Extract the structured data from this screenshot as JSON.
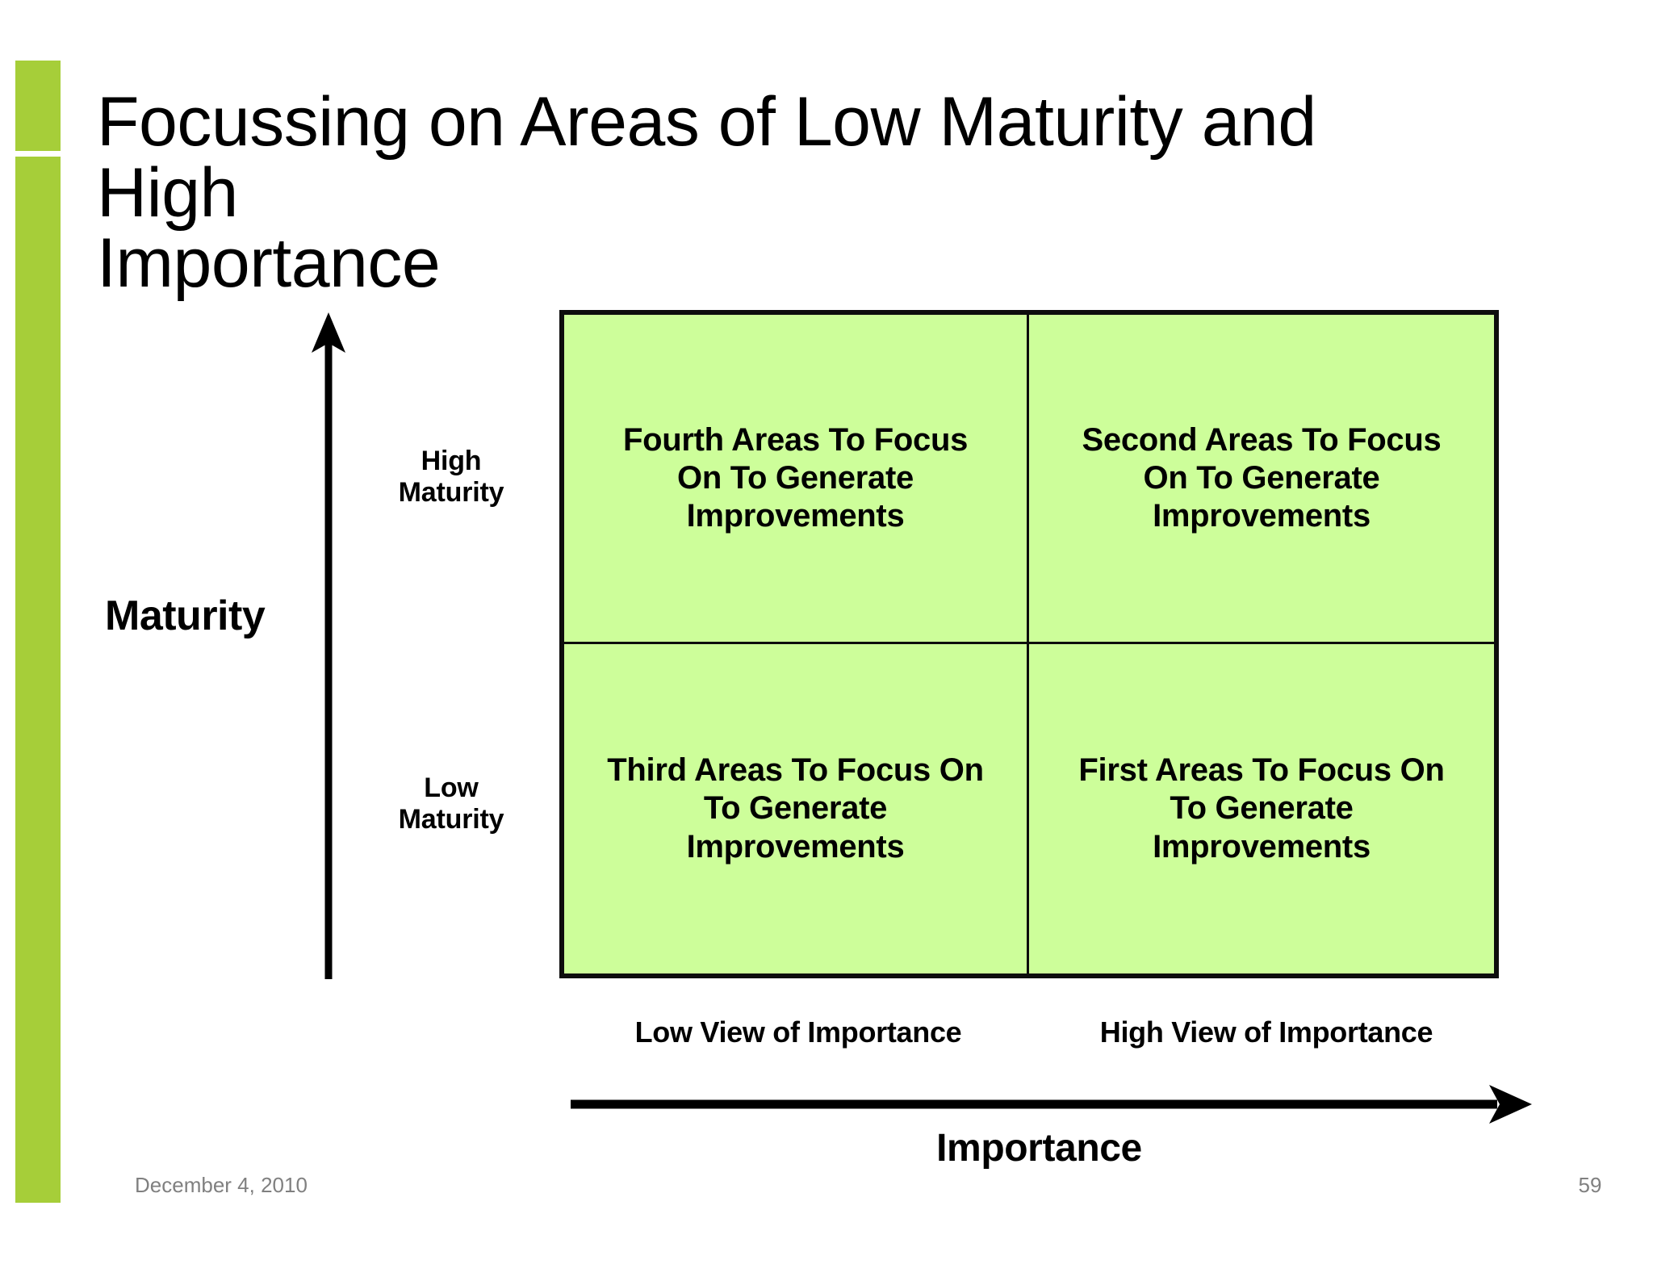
{
  "slide": {
    "title": "Focussing on Areas of Low Maturity and High\nImportance",
    "accent_color": "#a6ce39",
    "quadrant_fill_color": "#cdfe9a",
    "border_color": "#0d0d0d"
  },
  "chart_data": {
    "type": "table",
    "title": "Focussing on Areas of Low Maturity and High Importance",
    "xlabel": "Importance",
    "ylabel": "Maturity",
    "x_tick_labels": [
      "Low View of Importance",
      "High View of Importance"
    ],
    "y_tick_labels": [
      "High\nMaturity",
      "Low\nMaturity"
    ],
    "columns": [
      "Low View of Importance",
      "High View of Importance"
    ],
    "rows": [
      "High Maturity",
      "Low Maturity"
    ],
    "cells": [
      [
        "Fourth Areas To Focus\nOn To Generate\nImprovements",
        "Second Areas To Focus\nOn To Generate\nImprovements"
      ],
      [
        "Third Areas To Focus On\nTo Generate\nImprovements",
        "First Areas To Focus On\nTo Generate\nImprovements"
      ]
    ],
    "grid": true,
    "legend": "none"
  },
  "matrix": {
    "top_left": "Fourth Areas To Focus\nOn To Generate\nImprovements",
    "top_right": "Second Areas To Focus\nOn To Generate\nImprovements",
    "bottom_left": "Third Areas To Focus On\nTo Generate\nImprovements",
    "bottom_right": "First Areas To Focus On\nTo Generate\nImprovements"
  },
  "axes": {
    "y_title": "Maturity",
    "y_high": "High\nMaturity",
    "y_low": "Low\nMaturity",
    "x_title": "Importance",
    "x_low": "Low View of Importance",
    "x_high": "High View of Importance"
  },
  "footer": {
    "date": "December 4, 2010",
    "page_number": "59"
  }
}
